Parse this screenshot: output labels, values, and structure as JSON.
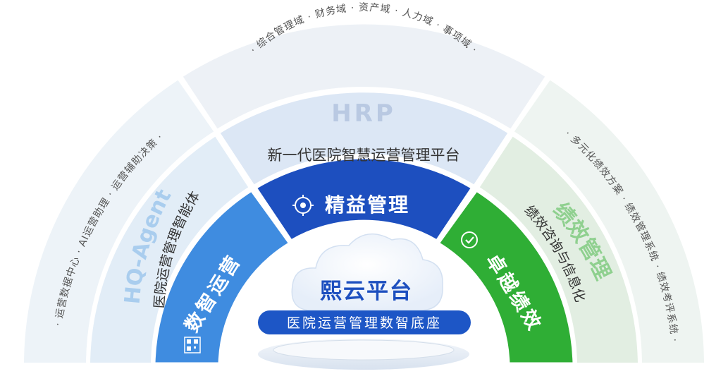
{
  "outer": {
    "top_items": "· 综合管理域 · 财务域 · 资产域 · 人力域 · 事项域 ·",
    "left_items": "· 运营数据中心 · AI运营助理 · 运营辅助决策 ·",
    "right_items": "· 多元化绩效方案 · 绩效管理系统 · 绩效考评系统 ·"
  },
  "middle": {
    "top_title": "HRP",
    "top_subtitle": "新一代医院智慧运营管理平台",
    "left_title": "HQ-Agent",
    "left_subtitle": "医院运营管理智能体",
    "right_title": "绩效管理",
    "right_subtitle": "绩效咨询与信息化"
  },
  "inner": {
    "top_label": "精益管理",
    "left_label": "数智运营",
    "right_label": "卓越绩效"
  },
  "center": {
    "title": "熙云平台",
    "subtitle": "医院运营管理数智底座"
  },
  "colors": {
    "outer_fill": "#eef3f8",
    "middle_top": "#dde8f6",
    "middle_left": "#e1edf7",
    "middle_right": "#e3efe3",
    "inner_top": "#1d4fbf",
    "inner_left": "#3f8ce0",
    "inner_right": "#2fae35",
    "center_pill": "#1d56c6"
  }
}
